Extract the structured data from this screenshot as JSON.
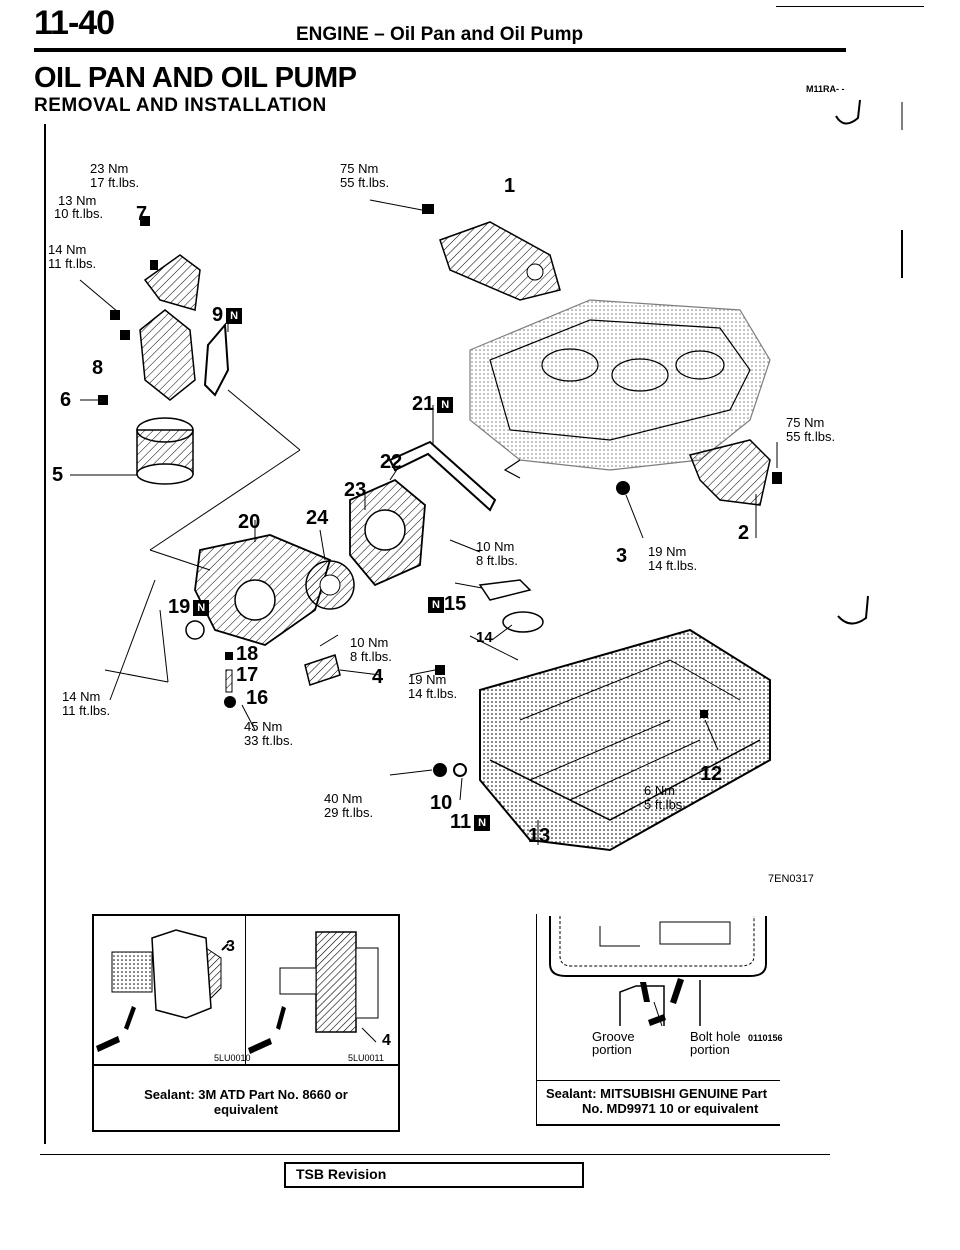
{
  "header": {
    "page_number": "11-40",
    "title": "ENGINE – Oil Pan and Oil Pump"
  },
  "section": {
    "title": "OIL PAN AND OIL PUMP",
    "subtitle": "REMOVAL AND INSTALLATION",
    "ref_code": "M11RA- -"
  },
  "diagram": {
    "figure_code": "7EN0317",
    "torques": {
      "t23": "23 Nm",
      "t23b": "17 ft.lbs.",
      "t13": "13 Nm",
      "t13b": "10 ft.lbs.",
      "t14": "14 Nm",
      "t14b": "11 ft.lbs.",
      "t75a": "75 Nm",
      "t75ab": "55 ft.lbs.",
      "t75b": "75 Nm",
      "t75bb": "55 ft.lbs.",
      "t10a": "10 Nm",
      "t10ab": "8 ft.lbs.",
      "t19a": "19 Nm",
      "t19ab": "14 ft.lbs.",
      "t10b": "10 Nm",
      "t10bb": "8 ft.lbs.",
      "t19b": "19 Nm",
      "t19bb": "14 ft.lbs.",
      "t14l": "14 Nm",
      "t14lb": "11 ft.lbs.",
      "t45": "45 Nm",
      "t45b": "33 ft.lbs.",
      "t40": "40 Nm",
      "t40b": "29 ft.lbs.",
      "t6": "6 Nm",
      "t6b": "5 ft.lbs."
    },
    "parts": {
      "p1": "1",
      "p2": "2",
      "p3": "3",
      "p4": "4",
      "p5": "5",
      "p6": "6",
      "p7": "7",
      "p8": "8",
      "p9": "9",
      "p10": "10",
      "p11": "11",
      "p12": "12",
      "p13": "13",
      "p14": "14",
      "p15": "15",
      "p16": "16",
      "p17": "17",
      "p18": "18",
      "p19": "19",
      "p20": "20",
      "p21": "21",
      "p22": "22",
      "p23": "23",
      "p24": "24"
    },
    "new_part_badge": "N"
  },
  "detail_left": {
    "code_a": "5LU0010",
    "code_b": "5LU0011",
    "num_a": "3",
    "num_b": "4",
    "caption_line1": "Sealant: 3M ATD Part No. 8660 or",
    "caption_line2": "equivalent"
  },
  "detail_right": {
    "groove_label": "Groove",
    "portion_label": "portion",
    "bolt_label": "Bolt hole",
    "bolt_portion": "portion",
    "code": "0110156",
    "caption_line1": "Sealant: MITSUBISHI GENUINE Part",
    "caption_line2": "No. MD9971 10 or equivalent"
  },
  "footer": {
    "tsb": "TSB Revision"
  }
}
